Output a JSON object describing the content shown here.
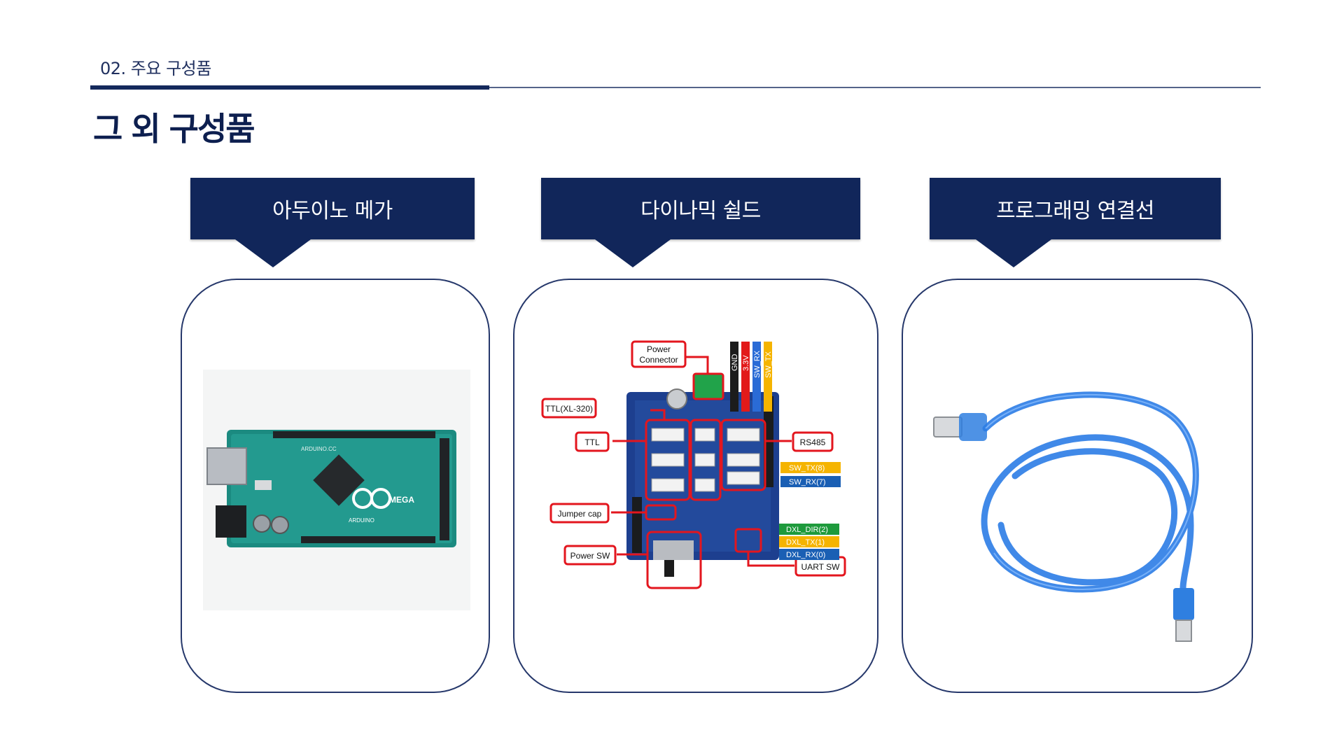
{
  "section": {
    "label": "02. 주요 구성품"
  },
  "page": {
    "title": "그 외 구성품"
  },
  "columns": [
    {
      "header": "아두이노 메가"
    },
    {
      "header": "다이나믹 쉴드"
    },
    {
      "header": "프로그래밍 연결선"
    }
  ],
  "arduino": {
    "board_text": "ARDUINO.CC",
    "logo_text": "MEGA",
    "brand_text": "ARDUINO"
  },
  "shield": {
    "callouts": {
      "power_connector_1": "Power",
      "power_connector_2": "Connector",
      "ttl_xl320": "TTL(XL-320)",
      "ttl": "TTL",
      "rs485": "RS485",
      "jumper_cap": "Jumper cap",
      "power_sw": "Power SW",
      "uart_sw": "UART SW"
    },
    "pins": {
      "sw_tx8": "SW_TX(8)",
      "sw_rx7": "SW_RX(7)",
      "dxl_dir2": "DXL_DIR(2)",
      "dxl_tx1": "DXL_TX(1)",
      "dxl_rx0": "DXL_RX(0)"
    },
    "wires": {
      "gnd": "GND",
      "v33": "3.3V",
      "sw_rx": "SW_RX",
      "sw_tx": "SW_TX"
    },
    "colors": {
      "callout_border": "#e3161e",
      "pin_yellow": "#f5b400",
      "pin_blue": "#1a5fb4",
      "pin_green": "#1e9a3c",
      "board": "#1d3f8f"
    }
  },
  "theme": {
    "navy": "#11265a",
    "card_border": "#26386b"
  }
}
